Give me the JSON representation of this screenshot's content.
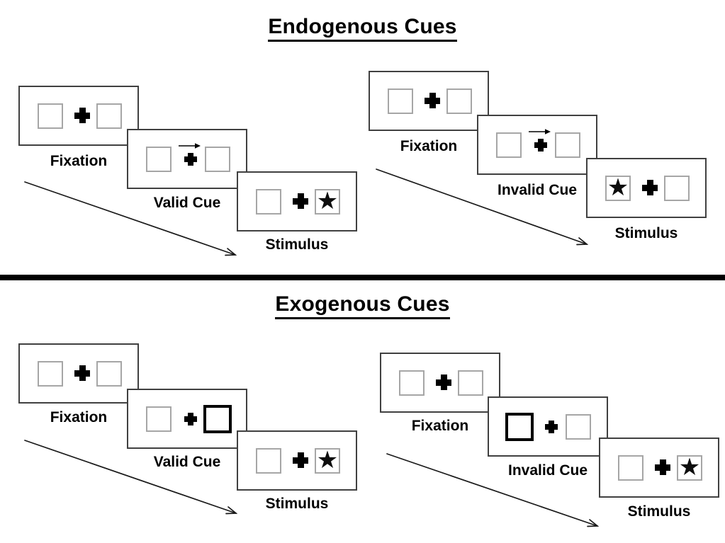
{
  "sections": {
    "endogenous": {
      "title": "Endogenous Cues",
      "sequences": {
        "valid": {
          "panel_labels": [
            "Fixation",
            "Valid Cue",
            "Stimulus"
          ],
          "cue_icon": "central-arrow-right-icon",
          "stimulus_side": "right"
        },
        "invalid": {
          "panel_labels": [
            "Fixation",
            "Invalid Cue",
            "Stimulus"
          ],
          "cue_icon": "central-arrow-right-icon",
          "stimulus_side": "left"
        }
      }
    },
    "exogenous": {
      "title": "Exogenous Cues",
      "sequences": {
        "valid": {
          "panel_labels": [
            "Fixation",
            "Valid Cue",
            "Stimulus"
          ],
          "cue_icon": "peripheral-thick-box-right",
          "stimulus_side": "right"
        },
        "invalid": {
          "panel_labels": [
            "Fixation",
            "Invalid Cue",
            "Stimulus"
          ],
          "cue_icon": "peripheral-thick-box-left",
          "stimulus_side": "right"
        }
      }
    }
  },
  "glyphs": {
    "star": "★"
  },
  "colors": {
    "ink": "#000000",
    "panel_border": "#404040",
    "square_border": "#a6a6a6",
    "background": "#ffffff"
  }
}
